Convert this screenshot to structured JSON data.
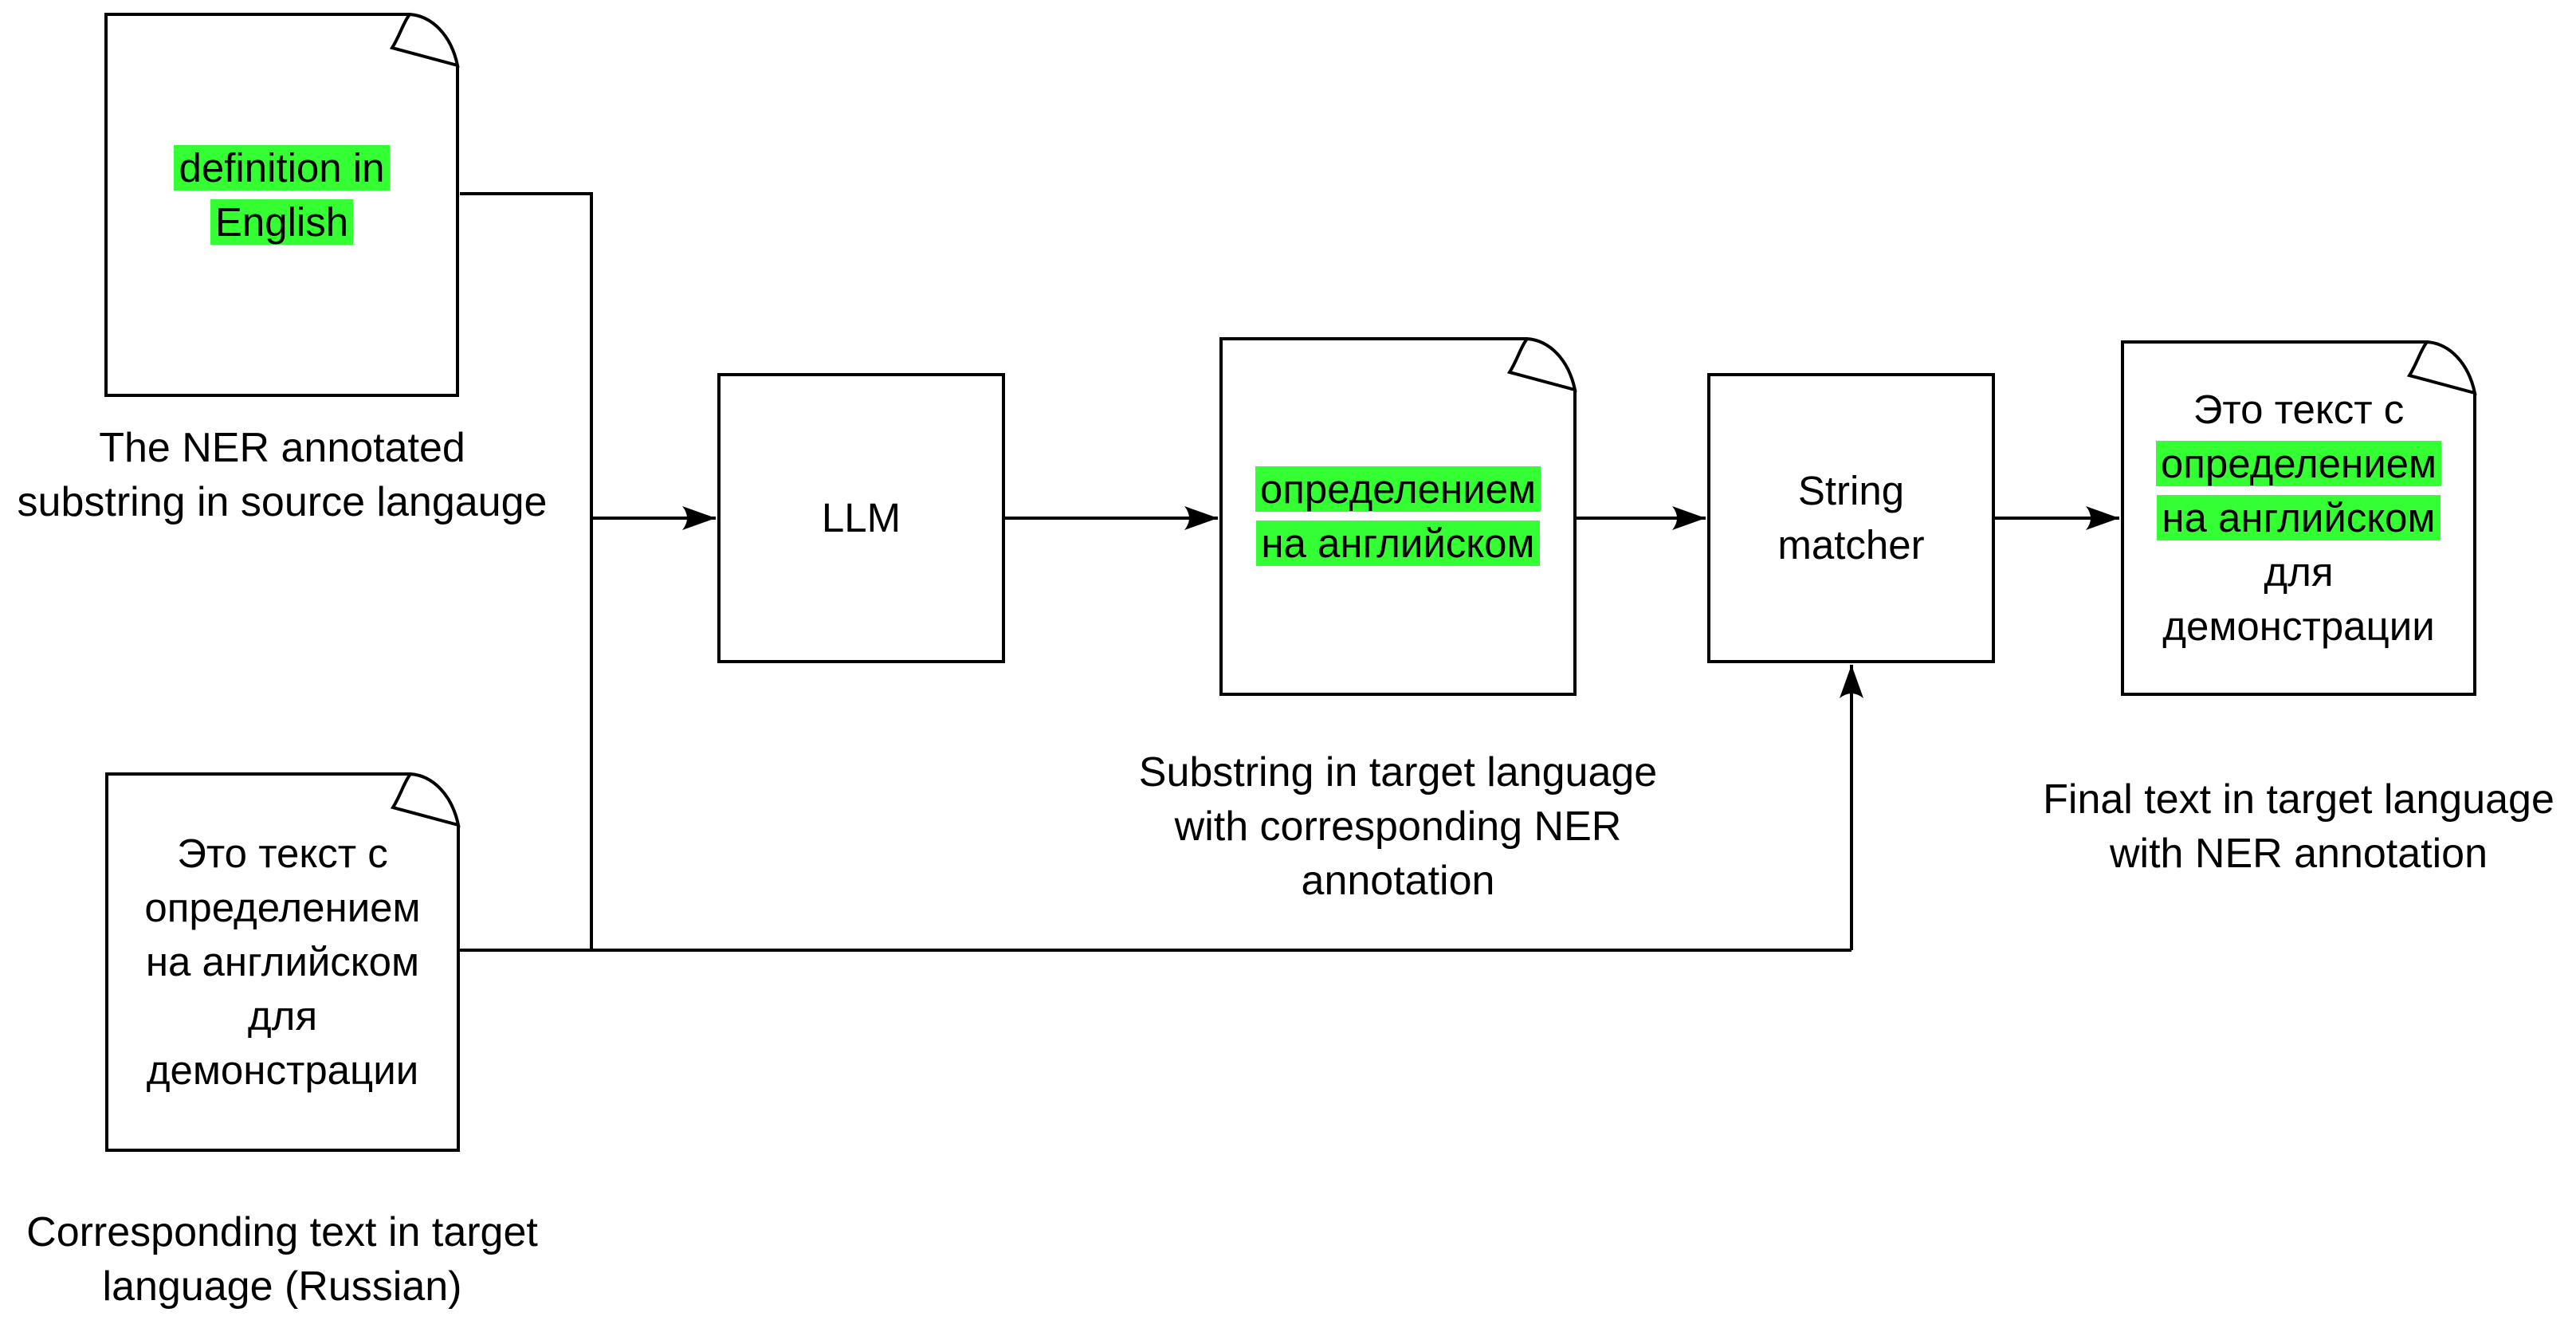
{
  "diagram": {
    "highlight_color": "#33ff33",
    "stroke_color": "#000000",
    "nodes": {
      "source_doc": {
        "line1": "definition in",
        "line2": "English",
        "caption_line1": "The NER annotated",
        "caption_line2": "substring in source langauge"
      },
      "target_doc": {
        "line1": "Это текст с",
        "line2": "определением",
        "line3": "на английском",
        "line4": "для",
        "line5": "демонстрации",
        "caption_line1": "Corresponding text in target",
        "caption_line2": "language (Russian)"
      },
      "llm_box": {
        "label": "LLM"
      },
      "substring_doc": {
        "line1": "определением",
        "line2": "на английском",
        "caption_line1": "Substring in target language",
        "caption_line2": "with corresponding NER",
        "caption_line3": "annotation"
      },
      "string_matcher_box": {
        "label_line1": "String",
        "label_line2": "matcher"
      },
      "final_doc": {
        "line1": "Это текст с",
        "line2": "определением",
        "line3": "на английском",
        "line4": "для",
        "line5": "демонстрации",
        "caption_line1": "Final text in target language",
        "caption_line2": "with NER annotation"
      }
    }
  }
}
